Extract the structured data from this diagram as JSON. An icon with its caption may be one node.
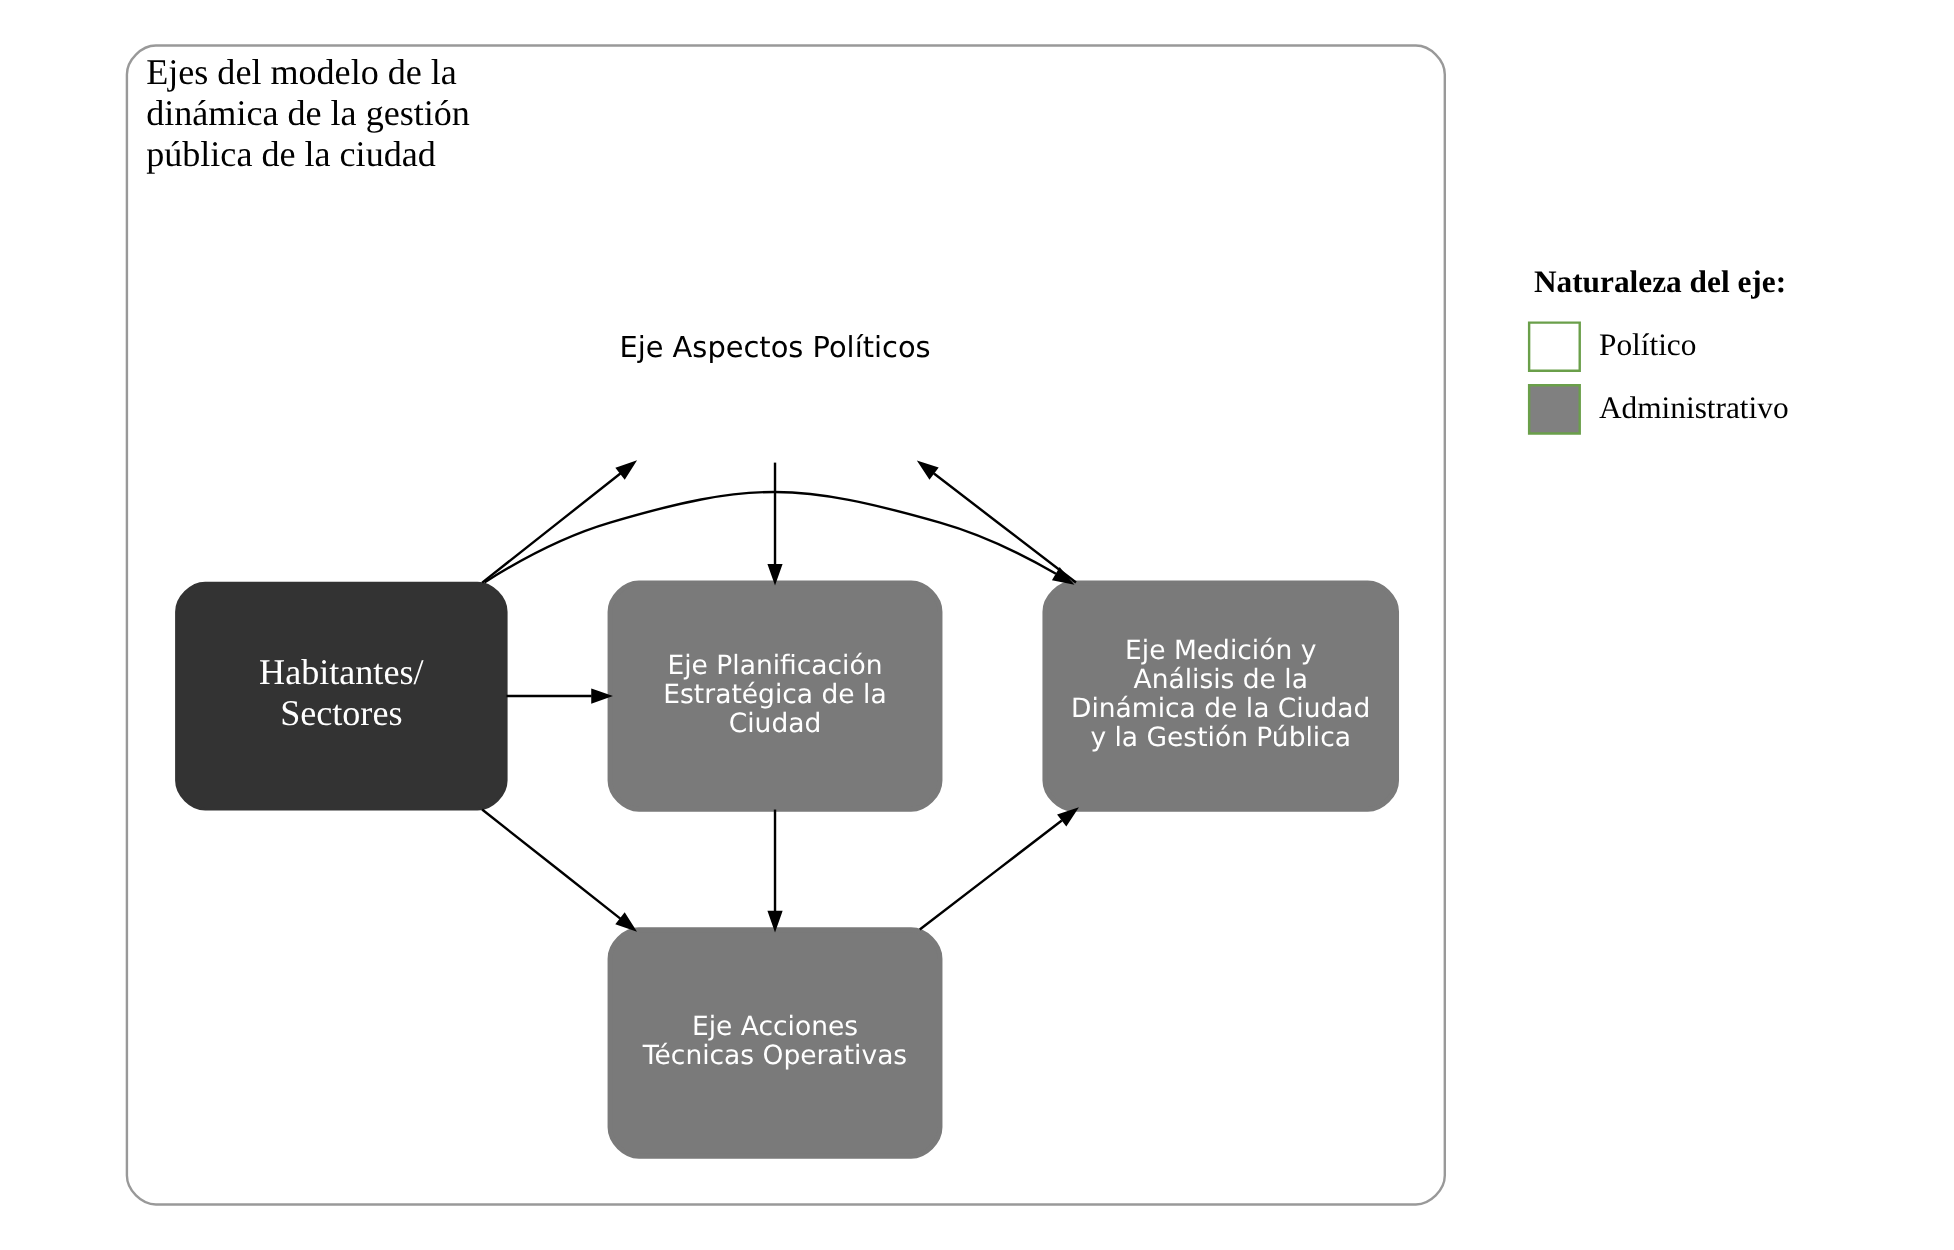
{
  "diagram": {
    "nodes": [
      {
        "text": [
          "Ejes del modelo de la dinámica de la gestión pública de la ciudad"
        ]
      },
      {
        "text": [
          "Eje Aspectos Políticos"
        ],
        "in": 0
      },
      {
        "text": [
          "Eje Medición y Análisis de la Dinámica de la Ciudad y la Gestión Pública"
        ],
        "in": 0
      },
      {
        "text": [
          "Habitantes/ Sectores"
        ],
        "in": 0
      },
      {
        "text": [
          "Eje Planificación Estratégica de la Ciudad"
        ],
        "in": 0
      },
      {
        "text": [
          "Eje Acciones Técnicas Operativas"
        ],
        "in": 0
      }
    ],
    "edges": [
      {
        "from": 3,
        "to": 1,
        "arrow": "to"
      },
      {
        "from": 3,
        "to": 2,
        "arrow": "to"
      },
      {
        "from": 3,
        "to": 4,
        "arrow": "to"
      },
      {
        "from": 3,
        "to": 5,
        "arrow": "to"
      },
      {
        "from": 2,
        "to": 1,
        "arrow": "to"
      },
      {
        "from": 1,
        "to": 4,
        "arrow": "to"
      },
      {
        "from": 4,
        "to": 5,
        "arrow": "to"
      },
      {
        "from": 5,
        "to": 2,
        "arrow": "to"
      }
    ],
    "labels": [
      "Naturaleza del eje:"
    ],
    "legend": [
      {
        "text": "Político",
        "color": "#ffffff"
      },
      {
        "text": "Administrativo",
        "color": "#808080"
      }
    ]
  }
}
